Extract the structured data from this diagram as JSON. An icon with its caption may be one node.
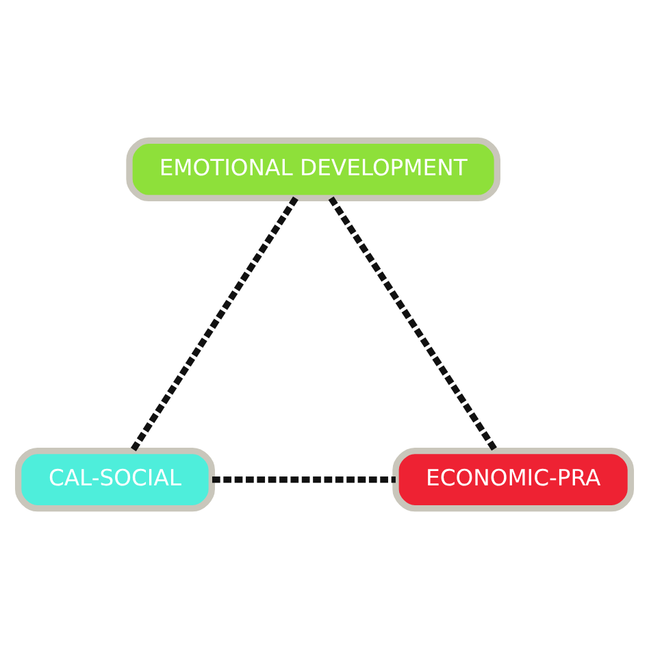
{
  "diagram": {
    "nodes": [
      {
        "text": [
          "EMOTIONAL DEVELOPMENT"
        ]
      },
      {
        "text": [
          "CAL-SOCIAL"
        ]
      },
      {
        "text": [
          "ECONOMIC-PRA"
        ]
      }
    ],
    "edges": [
      {
        "from": 0,
        "to": 1,
        "arrow": "none"
      },
      {
        "from": 0,
        "to": 2,
        "arrow": "none"
      },
      {
        "from": 1,
        "to": 2,
        "arrow": "none"
      }
    ]
  }
}
